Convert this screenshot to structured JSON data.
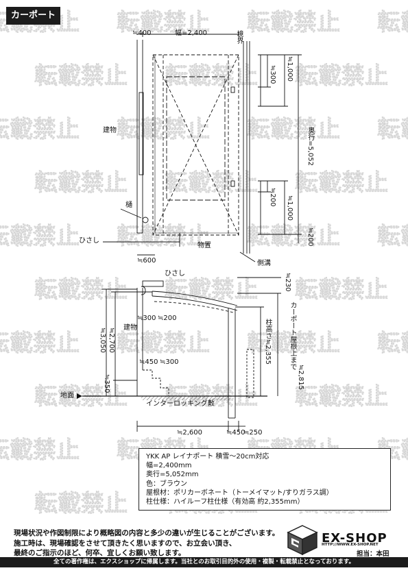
{
  "badge": "カーポート",
  "watermark": "転載禁止",
  "plan": {
    "dim_width_offset": "≒400",
    "dim_width": "幅=2,400",
    "boundary_line": "境界",
    "dim_300": "≒300",
    "dim_1000_top": "≒1,000",
    "dim_depth": "奥行=5,052",
    "building": "建物",
    "gutter": "樋",
    "dim_200_mid": "≒200",
    "dim_1000_bottom": "≒1,000",
    "dim_200_bottom": "≒200",
    "eaves": "ひさし",
    "storage": "物置",
    "dim_600": "≒600",
    "side_ditch": "側溝"
  },
  "elevation": {
    "eaves": "ひさし",
    "dim_230": "≒230",
    "dim_300": "≒300",
    "dim_200": "≒200",
    "building": "建物",
    "dim_3050": "≒3,050",
    "dim_2700": "≒2,700",
    "dim_450": "≒450",
    "dim_300b": "≒300",
    "dim_350": "≒350",
    "ground": "地面",
    "paving": "インターロッキング敷",
    "post_height": "柱高さ≒2,355",
    "roof_top": "カーポート屋根上まで",
    "roof_top_value": "≒2,815",
    "dim_2600": "≒2,600",
    "dim_450b": "≒450",
    "dim_250": "≒250"
  },
  "spec": {
    "product": "YKK AP レイナポート 積雪～20cm対応",
    "width": "幅=2,400mm",
    "depth": "奥行=5,052mm",
    "color": "色：ブラウン",
    "roof": "屋根材：ポリカーボネート（トーメイマット/すりガラス調）",
    "post": "柱仕様：ハイルーフ柱仕様（有効高 約2,355mm）"
  },
  "notes": [
    "現場状況や作図制限により概略図の内容と多少の違いが生じることがございます。",
    "施工時は、現場確認をさせて頂きたく思いますので、お立会い頂き、",
    "最終のご指示のほど、何卒、宜しくお願い致します。"
  ],
  "logo": {
    "name": "EX-SHOP",
    "url": "HTTP://WWW.EX-SHOP.NET"
  },
  "staff": "担当：本田",
  "footer": "全ての著作権は、エクスショップに帰属します。当社とのお取引目的外の使用・複製・転載禁止となっております。"
}
